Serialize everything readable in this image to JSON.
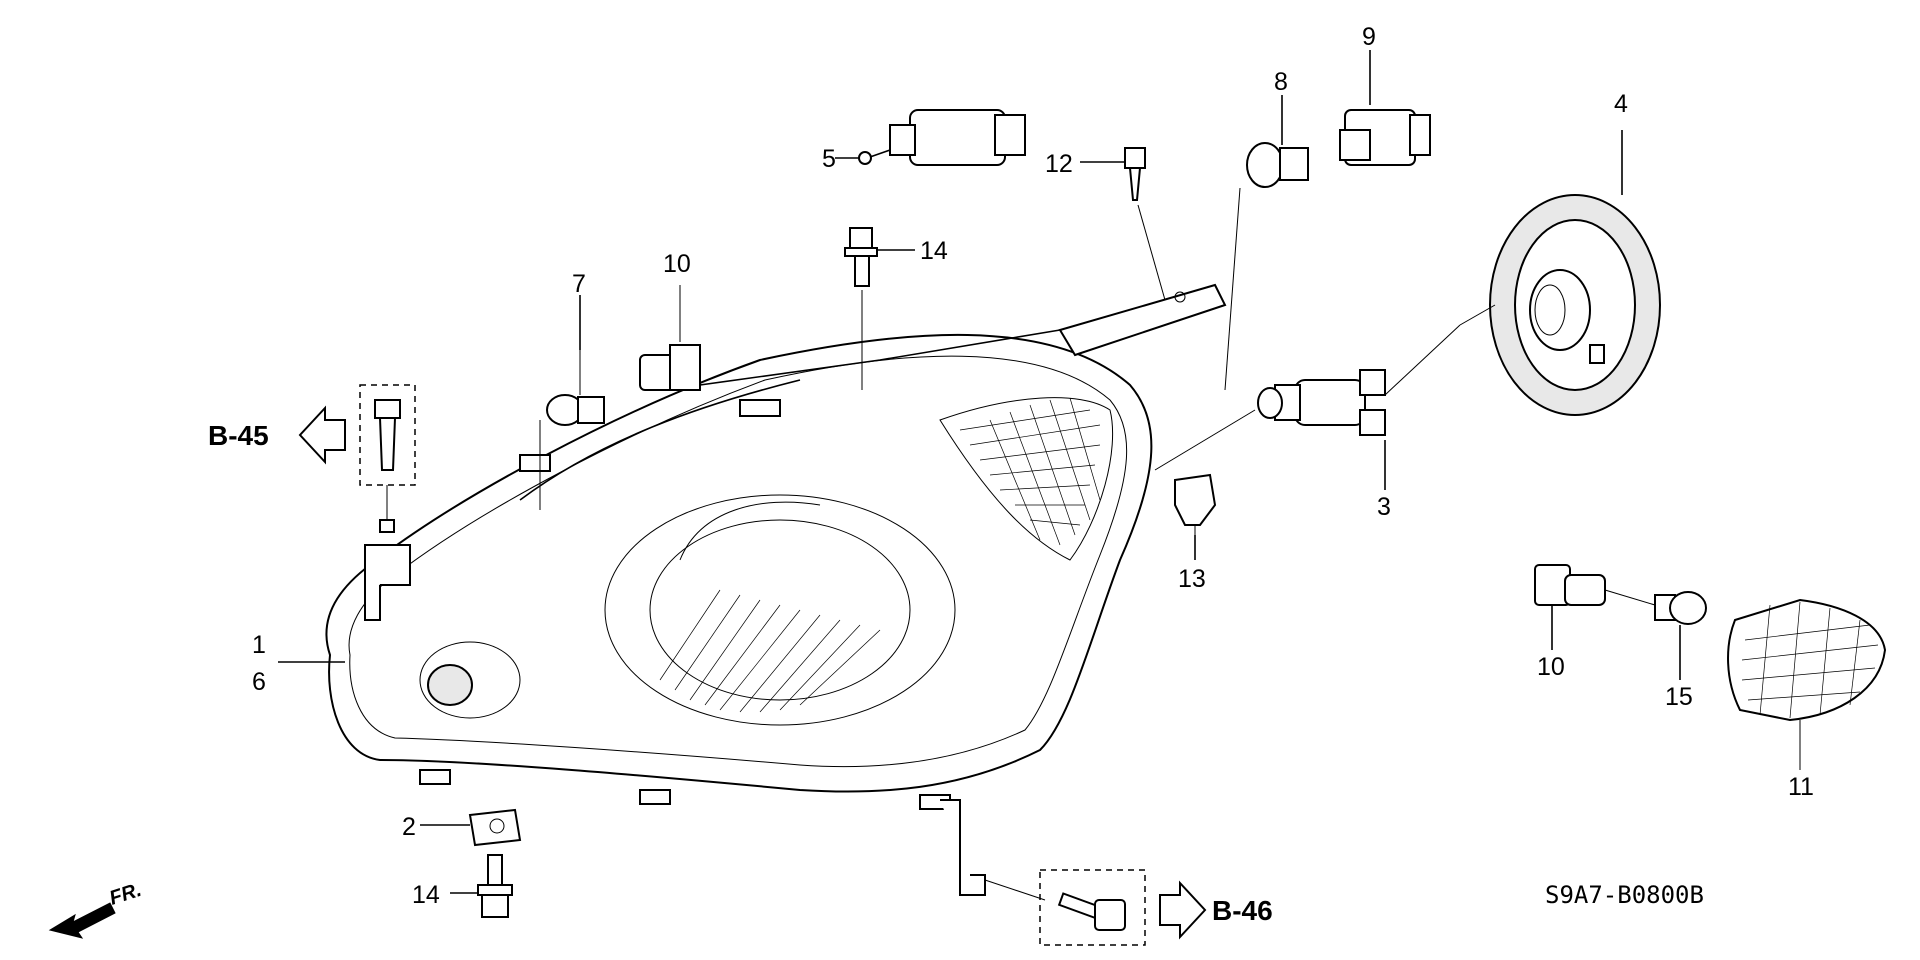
{
  "callouts": {
    "c1": "1",
    "c6": "6",
    "c2": "2",
    "c14a": "14",
    "c14b": "14",
    "c5": "5",
    "c12": "12",
    "c8": "8",
    "c9": "9",
    "c4": "4",
    "c10a": "10",
    "c7": "7",
    "c3": "3",
    "c13": "13",
    "c10b": "10",
    "c15": "15",
    "c11": "11"
  },
  "references": {
    "left": "B-45",
    "bottom": "B-46"
  },
  "direction": "FR.",
  "diagram_code": "S9A7-B0800B"
}
